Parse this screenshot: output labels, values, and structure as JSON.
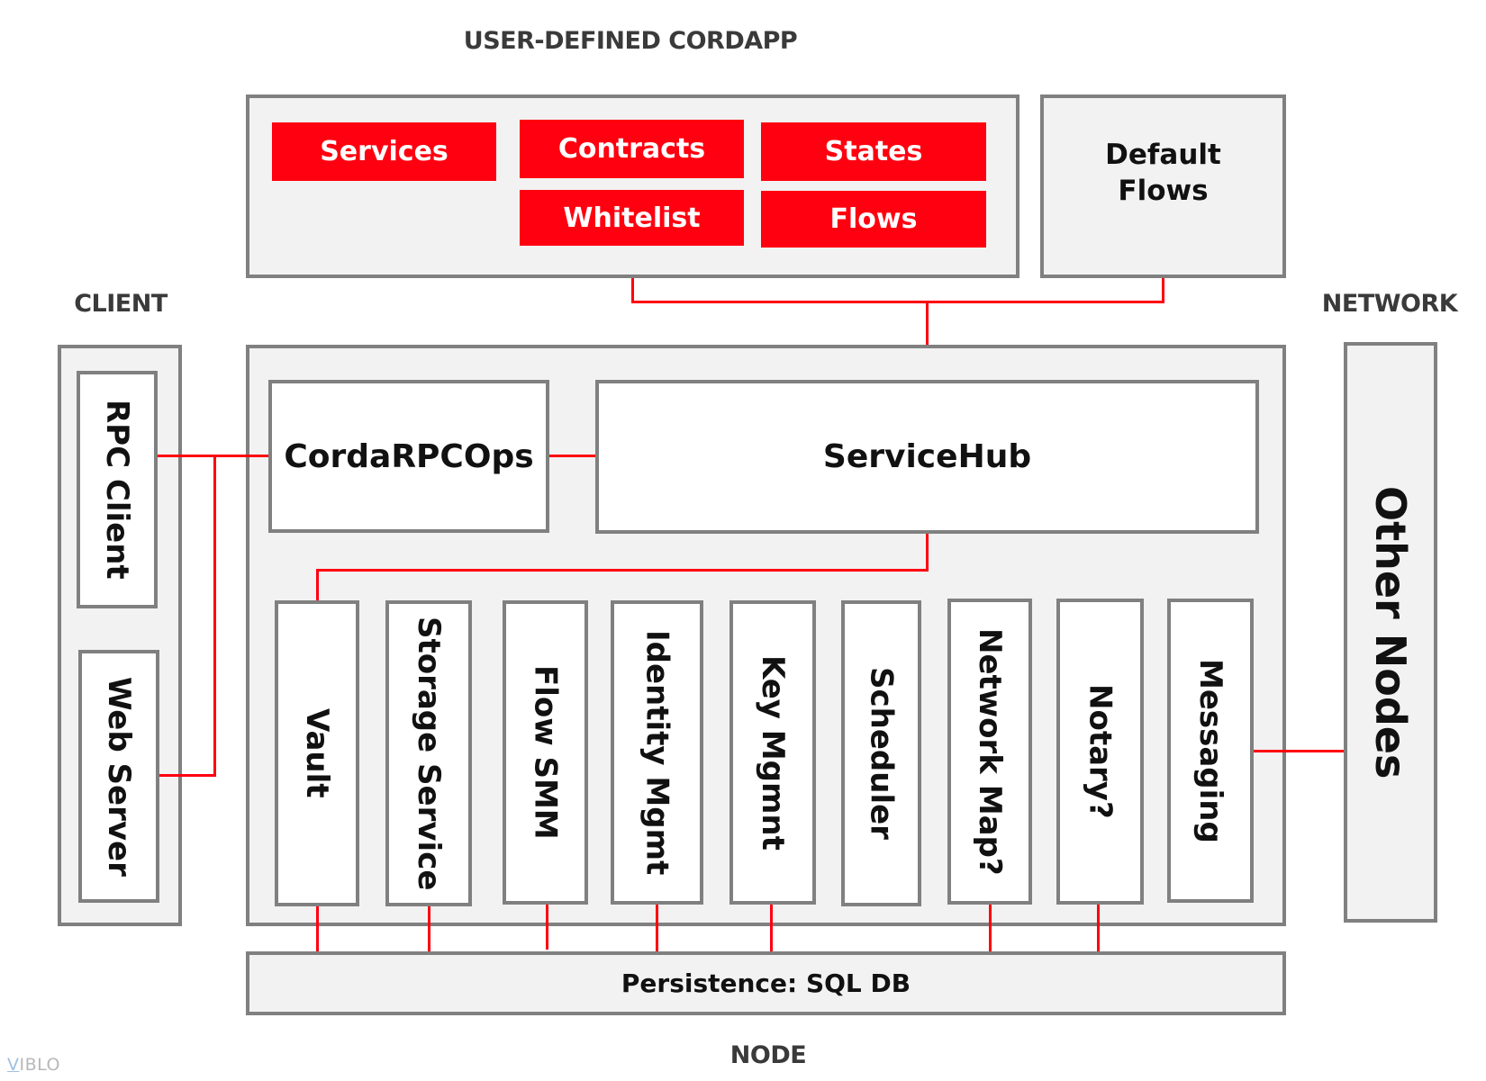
{
  "labels": {
    "cordapp_title": "USER-DEFINED CORDAPP",
    "client": "CLIENT",
    "network": "NETWORK",
    "node": "NODE"
  },
  "cordapp": {
    "components": [
      "Services",
      "Contracts",
      "States",
      "Whitelist",
      "Flows"
    ],
    "default_flows_line1": "Default",
    "default_flows_line2": "Flows"
  },
  "client": {
    "rpc_client": "RPC Client",
    "web_server": "Web Server"
  },
  "node": {
    "rpc_ops": "CordaRPCOps",
    "service_hub": "ServiceHub",
    "services": [
      "Vault",
      "Storage Service",
      "Flow SMM",
      "Identity Mgmt",
      "Key Mgmnt",
      "Scheduler",
      "Network Map?",
      "Notary?",
      "Messaging"
    ],
    "persistence": "Persistence: SQL DB"
  },
  "network": {
    "other_nodes": "Other Nodes"
  },
  "colors": {
    "accent_red": "#ff0010",
    "border_gray": "#808080",
    "panel_fill": "#f2f2f2"
  },
  "watermark": {
    "first": "V",
    "rest": "IBLO"
  }
}
